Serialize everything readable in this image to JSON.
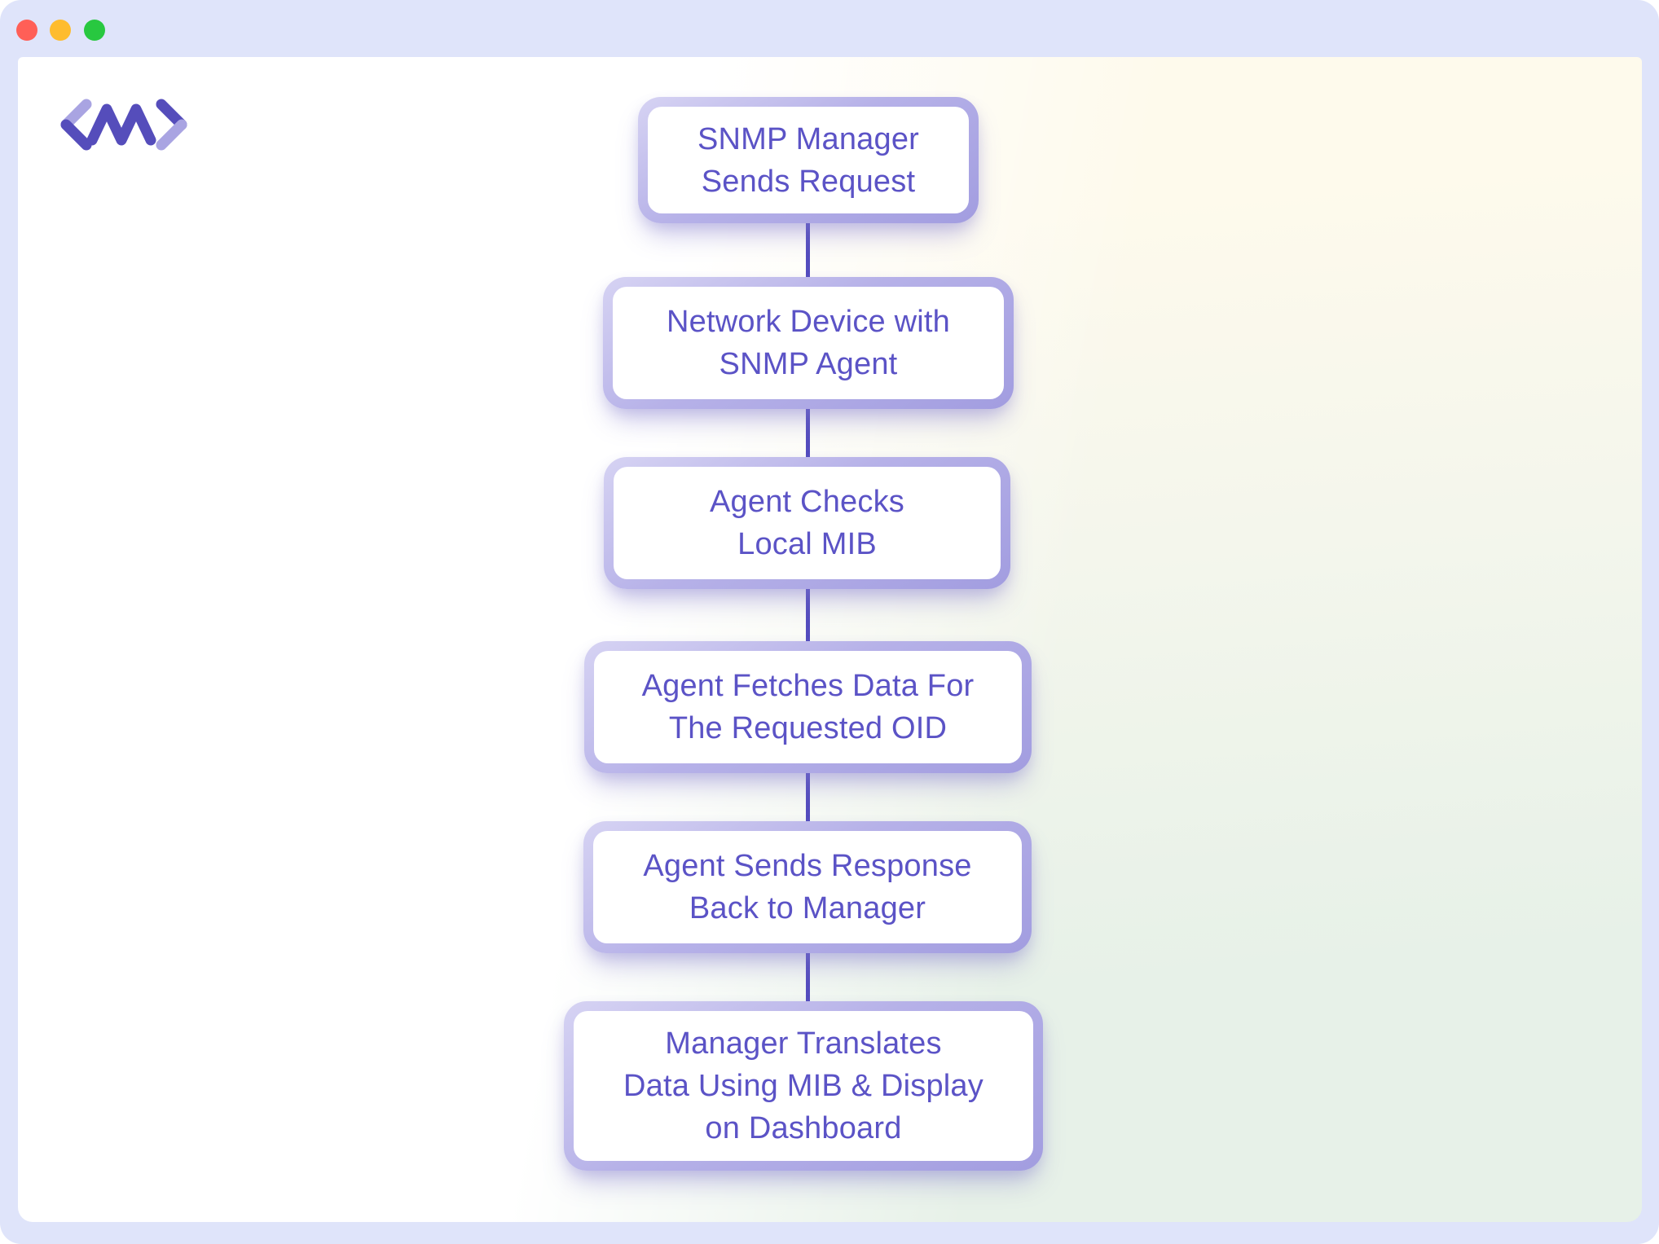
{
  "window": {
    "controls": [
      {
        "name": "close",
        "color": "#ff5f57"
      },
      {
        "name": "minimize",
        "color": "#febc2e"
      },
      {
        "name": "maximize",
        "color": "#28c840"
      }
    ]
  },
  "logo": {
    "icon": "code-zigzag-logo"
  },
  "flowchart": {
    "steps": [
      {
        "label": "SNMP Manager\nSends Request"
      },
      {
        "label": "Network Device with\nSNMP Agent"
      },
      {
        "label": "Agent Checks\nLocal MIB"
      },
      {
        "label": "Agent Fetches Data For\nThe Requested OID"
      },
      {
        "label": "Agent Sends Response\nBack to Manager"
      },
      {
        "label": "Manager Translates\nData Using MIB & Display\non Dashboard"
      }
    ]
  },
  "colors": {
    "frame": "#dfe4fa",
    "node_border": "#b4afe6",
    "node_text": "#5b53c6",
    "connector": "#544dbe",
    "logo_dark": "#554dbb",
    "logo_light": "#a9a4e2",
    "canvas_tint_top_right": "#fefaec",
    "canvas_tint_bottom_right": "#e7f1e8"
  }
}
